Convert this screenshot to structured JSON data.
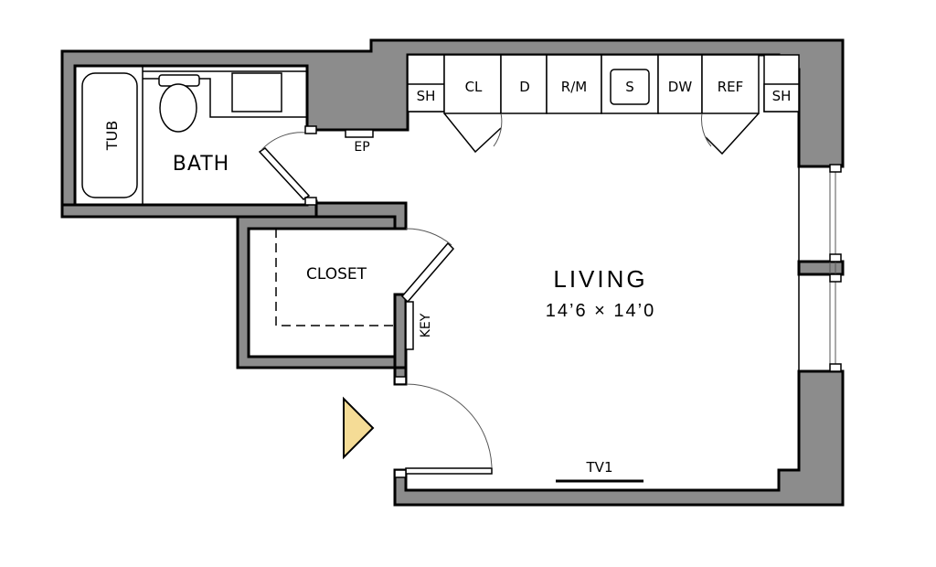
{
  "rooms": {
    "living": {
      "name": "LIVING",
      "dimensions": "14’6 × 14’0"
    },
    "bath": {
      "name": "BATH"
    },
    "closet": {
      "name": "CLOSET"
    }
  },
  "fixtures": {
    "tub": "TUB",
    "ep": "EP",
    "key": "KEY",
    "tv": "TV1"
  },
  "kitchen_units": [
    "SH",
    "CL",
    "D",
    "R/M",
    "S",
    "DW",
    "REF",
    "SH"
  ],
  "colors": {
    "wall": "#8c8c8c",
    "entry_marker": "#f5dc96"
  }
}
